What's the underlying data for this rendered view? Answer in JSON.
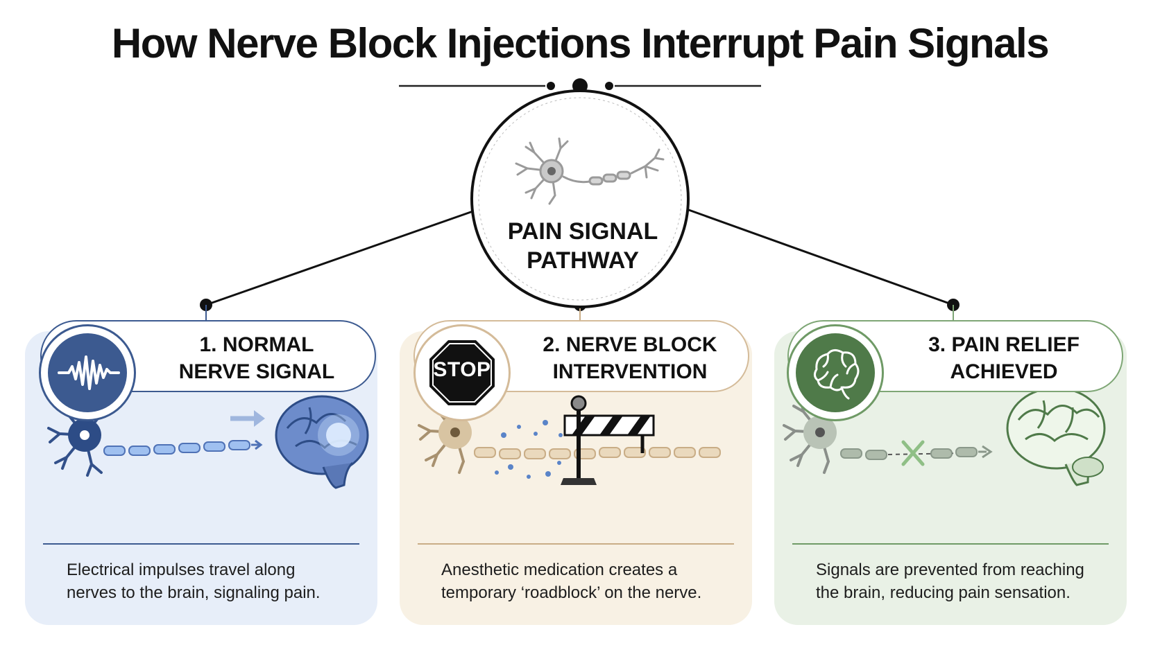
{
  "title": "How Nerve Block Injections Interrupt Pain Signals",
  "center": {
    "label_line1": "PAIN SIGNAL",
    "label_line2": "PATHWAY"
  },
  "steps": [
    {
      "label_line1": "1. NORMAL",
      "label_line2": "NERVE SIGNAL",
      "description_line1": "Electrical impulses travel along",
      "description_line2": "nerves to the brain, signaling pain.",
      "icon": "pulse-wave-icon",
      "color": "#3c5a90"
    },
    {
      "label_line1": "2. NERVE BLOCK",
      "label_line2": "INTERVENTION",
      "description_line1": "Anesthetic medication creates a",
      "description_line2": "temporary ‘roadblock’ on the nerve.",
      "icon": "stop-sign-icon",
      "badge_text": "STOP",
      "color": "#c9ad86"
    },
    {
      "label_line1": "3. PAIN RELIEF",
      "label_line2": "ACHIEVED",
      "description_line1": "Signals are prevented from reaching",
      "description_line2": "the brain, reducing pain sensation.",
      "icon": "brain-icon",
      "color": "#4f7a49"
    }
  ]
}
